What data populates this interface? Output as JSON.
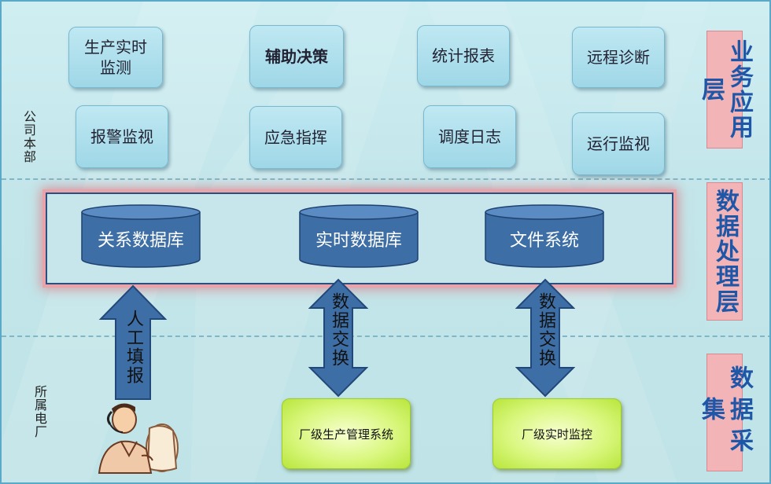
{
  "layers": {
    "application": "业务应用层",
    "processing": "数据处理层",
    "collection": "数据采集"
  },
  "left_labels": {
    "headquarters": "公司本部",
    "plants": "所属电厂"
  },
  "applications": {
    "row1": [
      "生产实时\n监测",
      "辅助决策",
      "统计报表",
      "远程诊断"
    ],
    "row2": [
      "报警监视",
      "应急指挥",
      "调度日志",
      "运行监视"
    ]
  },
  "databases": [
    "关系数据库",
    "实时数据库",
    "文件系统"
  ],
  "arrows": {
    "manual": "人工填报",
    "exchange_1": "数据交换",
    "exchange_2": "数据交换"
  },
  "plant_systems": [
    "厂级生产管理系统",
    "厂级实时监控"
  ],
  "colors": {
    "cylinder": "#3d6ea5",
    "arrow": "#3d6ea5",
    "side_label_bg": "#f3b4b8",
    "side_label_text": "#1f57a8"
  }
}
